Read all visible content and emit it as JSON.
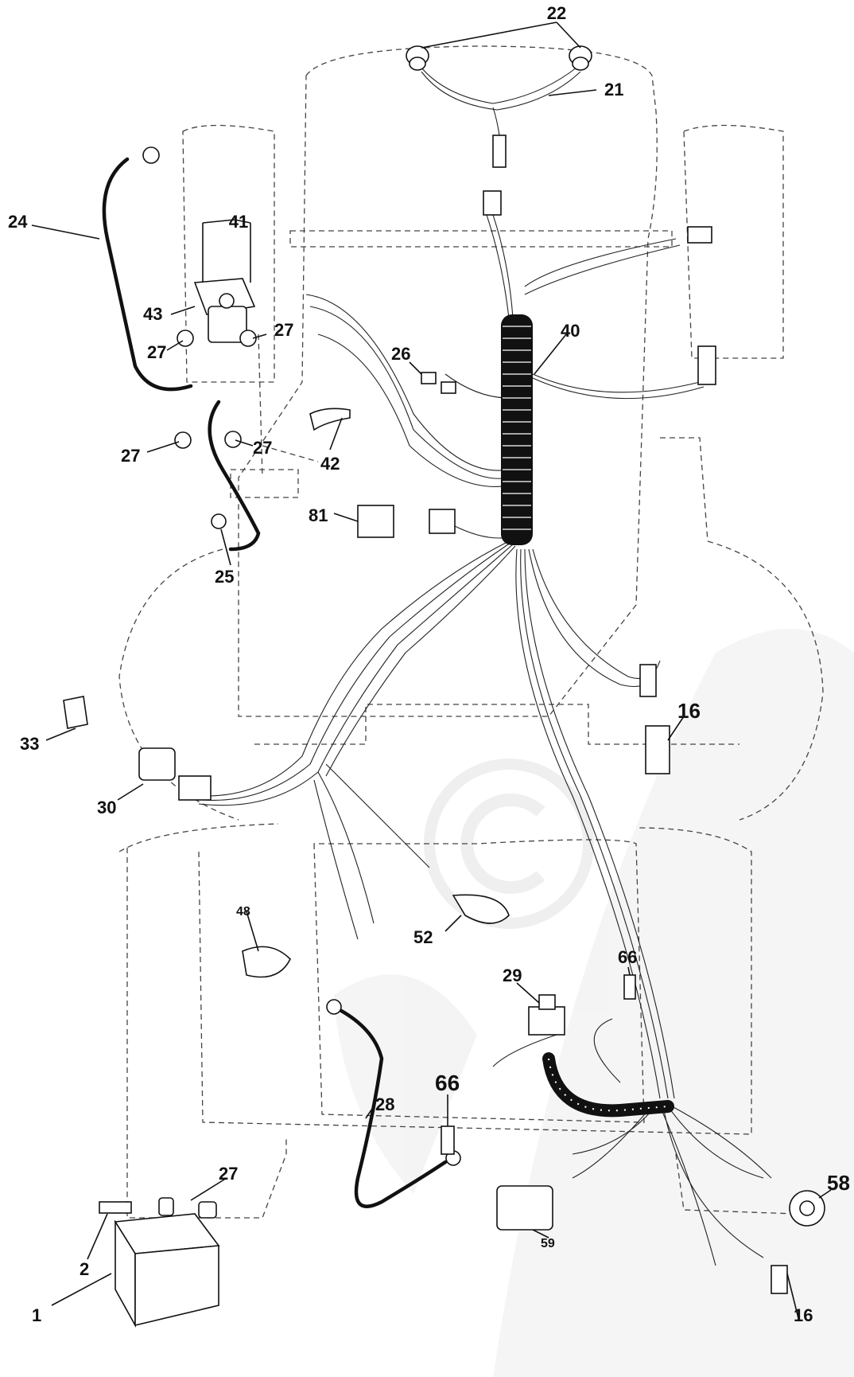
{
  "callouts": {
    "c1": "1",
    "c2": "2",
    "c16a": "16",
    "c16b": "16",
    "c21": "21",
    "c22": "22",
    "c24": "24",
    "c25": "25",
    "c26": "26",
    "c27a": "27",
    "c27b": "27",
    "c27c": "27",
    "c27d": "27",
    "c27e": "27",
    "c28": "28",
    "c29": "29",
    "c30": "30",
    "c33": "33",
    "c40": "40",
    "c41": "41",
    "c42": "42",
    "c43": "43",
    "c48": "48",
    "c52": "52",
    "c58": "58",
    "c59": "59",
    "c66a": "66",
    "c66b": "66",
    "c81": "81"
  },
  "colors": {
    "ink": "#111111",
    "outline": "#444444",
    "watermark": "#ececec",
    "background": "#ffffff"
  }
}
